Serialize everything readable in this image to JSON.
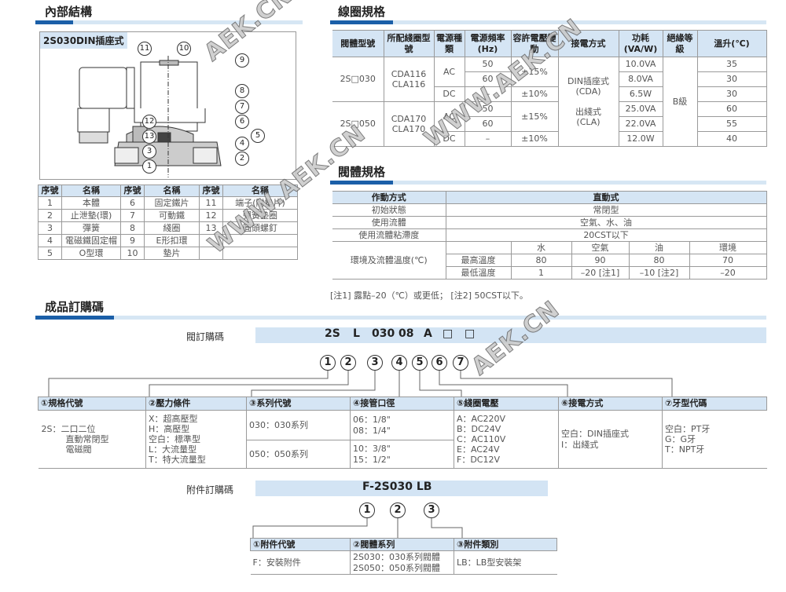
{
  "sections": {
    "internal": "內部結構",
    "coil": "線圈規格",
    "valve": "閥體規格",
    "order": "成品訂購碼"
  },
  "diagram": {
    "title": "2S030DIN插座式",
    "callouts": [
      "1",
      "2",
      "3",
      "4",
      "5",
      "6",
      "7",
      "8",
      "9",
      "10",
      "11",
      "12",
      "13"
    ]
  },
  "parts": {
    "headers": [
      "序號",
      "名稱",
      "序號",
      "名稱",
      "序號",
      "名稱"
    ],
    "rows": [
      [
        "1",
        "本體",
        "6",
        "固定鐵片",
        "11",
        "端子(附墊片)"
      ],
      [
        "2",
        "止泄墊(環)",
        "7",
        "可動鐵",
        "12",
        "彈簧墊圈"
      ],
      [
        "3",
        "彈簧",
        "8",
        "綫圈",
        "13",
        "圓頭螺釘"
      ],
      [
        "4",
        "電磁鐵固定帽",
        "9",
        "E形扣環",
        "",
        ""
      ],
      [
        "5",
        "O型環",
        "10",
        "墊片",
        "",
        ""
      ]
    ]
  },
  "coil_table": {
    "headers": [
      "閥體型號",
      "所配綫圈型號",
      "電源種類",
      "電源頻率(Hz)",
      "容許電壓變動",
      "接電方式",
      "功耗(VA/W)",
      "絕緣等級",
      "溫升(℃)"
    ],
    "model_030": "2S□030",
    "coil_030": [
      "CDA116",
      "CLA116"
    ],
    "model_050": "2S□050",
    "coil_050": [
      "CDA170",
      "CLA170"
    ],
    "ac": "AC",
    "dc": "DC",
    "freq": [
      "50",
      "60",
      "–"
    ],
    "tol_ac": "±15%",
    "tol_dc": "±10%",
    "connection": [
      "DIN插座式",
      "(CDA)",
      "出綫式",
      "(CLA)"
    ],
    "power": [
      "10.0VA",
      "8.0VA",
      "6.5W",
      "25.0VA",
      "22.0VA",
      "12.0W"
    ],
    "insulation": "B級",
    "temp_rise": [
      "35",
      "30",
      "30",
      "60",
      "55",
      "40"
    ]
  },
  "valve_table": {
    "rows": [
      [
        "作動方式",
        "直動式"
      ],
      [
        "初始狀態",
        "常閉型"
      ],
      [
        "使用流體",
        "空氣、水、油"
      ],
      [
        "使用流體粘滯度",
        "20CST以下"
      ]
    ],
    "temp_label": "環境及流體溫度(℃)",
    "temp_cols": [
      "水",
      "空氣",
      "油",
      "環境"
    ],
    "max_label": "最高溫度",
    "max": [
      "80",
      "90",
      "80",
      "70"
    ],
    "min_label": "最低溫度",
    "min": [
      "1",
      "–20 [注1]",
      "–10 [注2]",
      "–20"
    ],
    "note": "[注1] 露點–20（℃）或更低； [注2] 50CST以下。"
  },
  "order": {
    "label": "閥訂購碼",
    "code": [
      "2S",
      "L",
      "030",
      "08",
      "A",
      "□",
      "□"
    ],
    "circles": [
      "1",
      "2",
      "3",
      "4",
      "5",
      "6",
      "7"
    ],
    "headers": [
      "①規格代號",
      "②壓力條件",
      "③系列代號",
      "④接管口徑",
      "⑤綫圈電壓",
      "⑥接電方式",
      "⑦牙型代碼"
    ],
    "spec": [
      "2S：二口二位",
      "直動常閉型",
      "電磁閥"
    ],
    "pressure": [
      "X：超高壓型",
      "H：高壓型",
      "空白：標準型",
      "L：大流量型",
      "T：特大流量型"
    ],
    "series": [
      "030：030系列",
      "050：050系列"
    ],
    "port_030": [
      "06：1/8\"",
      "08：1/4\""
    ],
    "port_050": [
      "10：3/8\"",
      "15：1/2\""
    ],
    "voltage": [
      "A：AC220V",
      "B：DC24V",
      "C：AC110V",
      "E：AC24V",
      "F：DC12V"
    ],
    "connection": [
      "空白：DIN插座式",
      "I：出綫式"
    ],
    "thread": [
      "空白：PT牙",
      "G：G牙",
      "T：NPT牙"
    ]
  },
  "accessory": {
    "label": "附件訂購碼",
    "code": "F-2S030 LB",
    "circles": [
      "1",
      "2",
      "3"
    ],
    "headers": [
      "①附件代號",
      "②閥體系列",
      "③附件類別"
    ],
    "code_desc": "F：安裝附件",
    "series": [
      "2S030：030系列閥體",
      "2S050：050系列閥體"
    ],
    "type": "LB：LB型安裝架"
  },
  "watermarks": [
    "AEK.CN",
    "WWW.AEK.CN"
  ]
}
